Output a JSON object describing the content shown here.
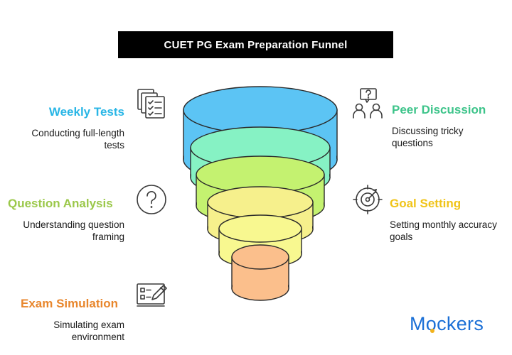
{
  "title": "CUET PG Exam Preparation Funnel",
  "colors": {
    "weekly_tests": "#29b6e6",
    "peer_discussion": "#3dc48a",
    "question_analysis": "#9bc84a",
    "goal_setting": "#f0c419",
    "exam_simulation": "#e8862c"
  },
  "stages": {
    "weekly_tests": {
      "heading": "Weekly Tests",
      "description": "Conducting full-length tests",
      "icon": "checklist-documents-icon"
    },
    "peer_discussion": {
      "heading": "Peer Discussion",
      "description": "Discussing tricky questions",
      "icon": "discussion-people-icon"
    },
    "question_analysis": {
      "heading": "Question Analysis",
      "description": "Understanding question framing",
      "icon": "question-mark-circle-icon"
    },
    "goal_setting": {
      "heading": "Goal Setting",
      "description": "Setting monthly accuracy goals",
      "icon": "target-icon"
    },
    "exam_simulation": {
      "heading": "Exam Simulation",
      "description": "Simulating exam environment",
      "icon": "computer-edit-icon"
    }
  },
  "brand": {
    "prefix": "M",
    "o": "o",
    "suffix": "ckers"
  }
}
